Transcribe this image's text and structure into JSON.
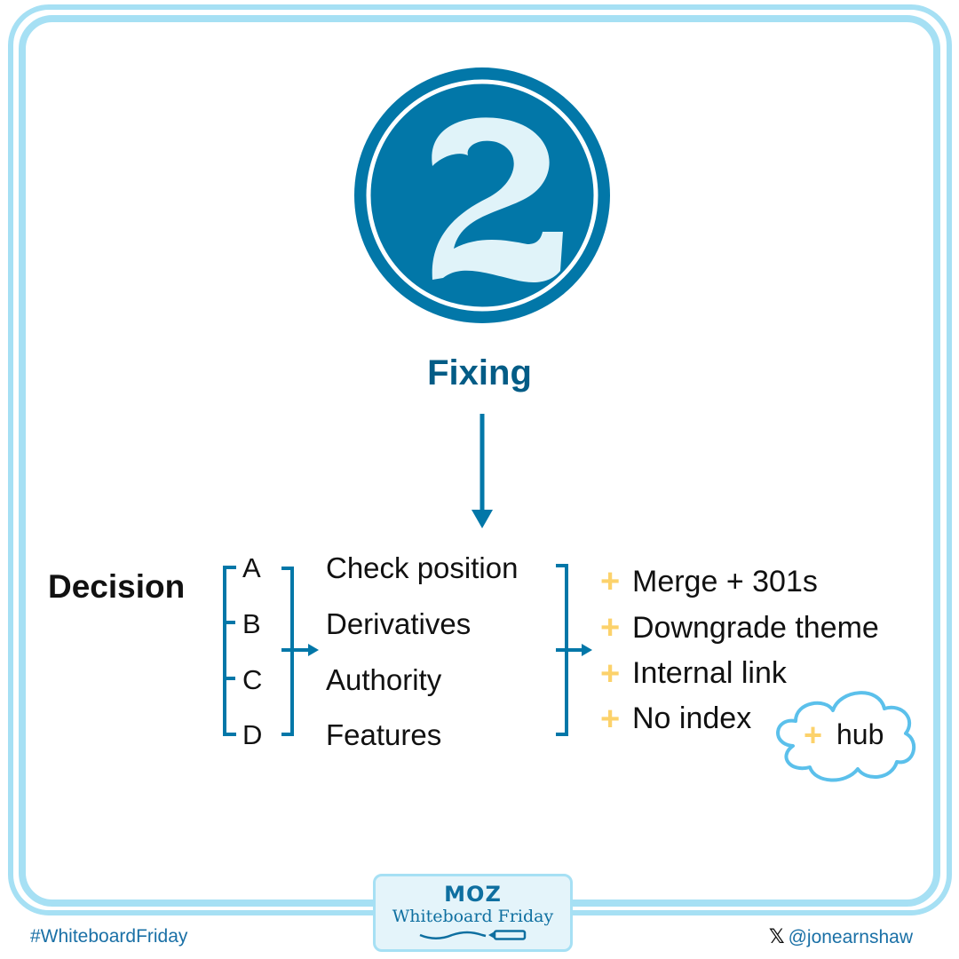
{
  "badge": {
    "number": "2",
    "icon": "number-badge-icon"
  },
  "heading": "Fixing",
  "decision": {
    "label": "Decision",
    "letters": [
      "A",
      "B",
      "C",
      "D"
    ],
    "criteria": [
      "Check position",
      "Derivatives",
      "Authority",
      "Features"
    ]
  },
  "actions": {
    "items": [
      "Merge + 301s",
      "Downgrade theme",
      "Internal link",
      "No index"
    ],
    "cloud_item": "hub",
    "plus_symbol": "+"
  },
  "footer": {
    "hashtag": "#WhiteboardFriday",
    "logo_brand": "MOZ",
    "logo_series": "Whiteboard Friday",
    "social_icon": "x-logo-icon",
    "social_glyph": "𝕏",
    "handle": "@jonearnshaw"
  },
  "colors": {
    "frame": "#a6e0f4",
    "primary_blue": "#0277a8",
    "heading_blue": "#035c86",
    "plus_yellow": "#fcd26b",
    "cloud_blue": "#5bc0eb",
    "badge_digit": "#e0f3f9"
  }
}
